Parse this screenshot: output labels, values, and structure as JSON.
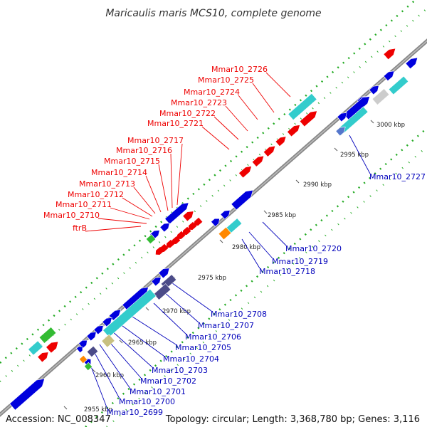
{
  "title": "Maricaulis maris MCS10, complete genome",
  "accession": "Accession: NC_008347",
  "topology": "Topology: circular; Length: 3,368,780 bp; Genes: 3,116",
  "colors": {
    "backbone": "#909090",
    "cds_blue": "#0000dd",
    "cds_red": "#ee0000",
    "cyan": "#33cccc",
    "slate": "#4b4b88",
    "green": "#33bb33",
    "orange": "#ff8800",
    "khaki": "#c8c080",
    "dots_green": "#22aa22",
    "label_red": "#ee0000",
    "label_blue": "#0000bb"
  },
  "tick_labels": [
    "2955 kbp",
    "2960 kbp",
    "2965 kbp",
    "2970 kbp",
    "2975 kbp",
    "2980 kbp",
    "2985 kbp",
    "2990 kbp",
    "2995 kbp",
    "3000 kbp"
  ],
  "red_labels": [
    "Mmar10_2726",
    "Mmar10_2725",
    "Mmar10_2724",
    "Mmar10_2723",
    "Mmar10_2722",
    "Mmar10_2721",
    "Mmar10_2717",
    "Mmar10_2716",
    "Mmar10_2715",
    "Mmar10_2714",
    "Mmar10_2713",
    "Mmar10_2712",
    "Mmar10_2711",
    "Mmar10_2710",
    "ftrB"
  ],
  "blue_labels": [
    "Mmar10_2727",
    "Mmar10_2720",
    "Mmar10_2719",
    "Mmar10_2718",
    "Mmar10_2708",
    "Mmar10_2707",
    "Mmar10_2706",
    "Mmar10_2705",
    "Mmar10_2704",
    "Mmar10_2703",
    "Mmar10_2702",
    "Mmar10_2701",
    "Mmar10_2700",
    "Mmar10_2699"
  ]
}
